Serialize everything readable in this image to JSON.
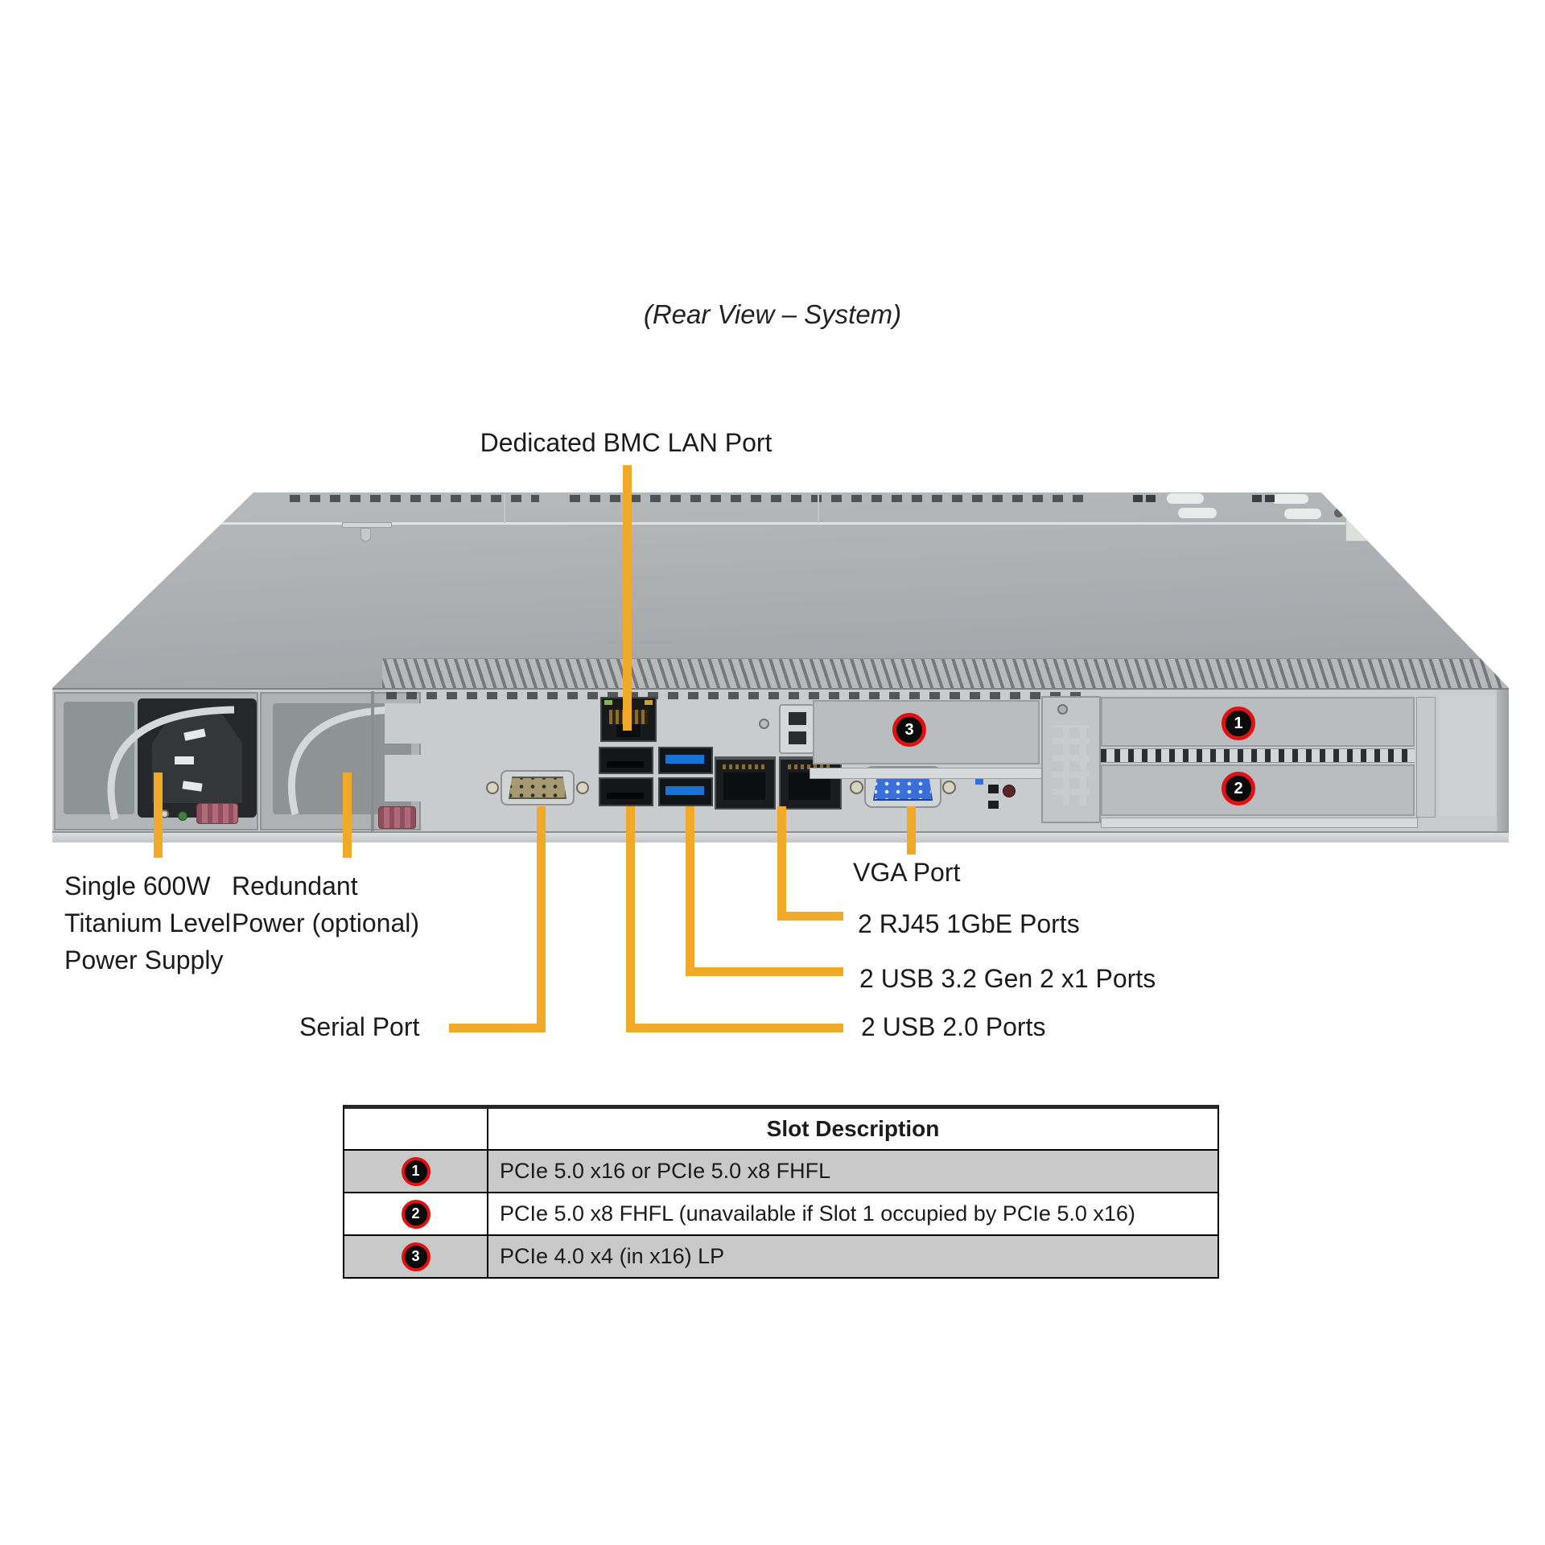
{
  "title": "(Rear View – System)",
  "colors": {
    "leader_line": "#F0A928",
    "badge_ring_red": "#E01111",
    "table_alt_row_gray": "#C9C9C9",
    "chassis_gray": "#ADB0B3"
  },
  "callouts": {
    "bmc": "Dedicated BMC LAN Port",
    "psu_single": [
      "Single 600W",
      "Titanium Level",
      "Power Supply"
    ],
    "psu_redundant": [
      "Redundant",
      "Power (optional)"
    ],
    "serial": "Serial Port",
    "vga": "VGA Port",
    "rj45": "2 RJ45 1GbE Ports",
    "usb32": "2 USB 3.2 Gen 2 x1 Ports",
    "usb20": "2 USB 2.0 Ports"
  },
  "slot_badges": {
    "slot1": "1",
    "slot2": "2",
    "slot3": "3"
  },
  "table": {
    "header": "Slot Description",
    "rows": [
      {
        "slot": "1",
        "desc": "PCIe 5.0 x16 or PCIe 5.0 x8 FHFL"
      },
      {
        "slot": "2",
        "desc": "PCIe 5.0 x8 FHFL (unavailable if Slot 1 occupied by PCIe 5.0 x16)"
      },
      {
        "slot": "3",
        "desc": "PCIe 4.0 x4 (in x16) LP"
      }
    ]
  }
}
